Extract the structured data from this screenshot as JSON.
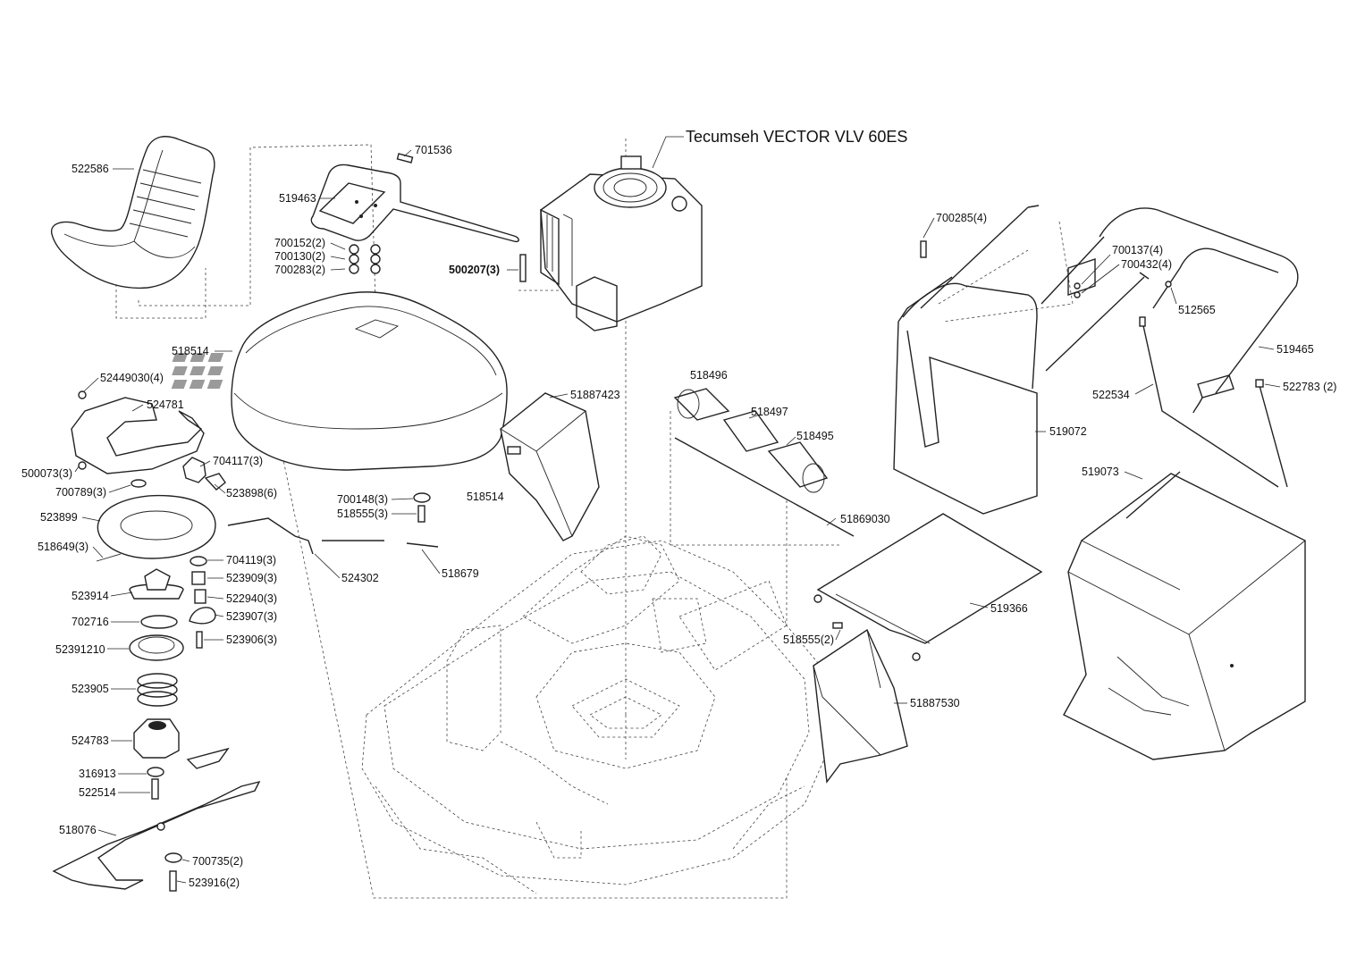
{
  "title": "Tecumseh  VECTOR  VLV 60ES",
  "labels": {
    "l522586": "522586",
    "l701536": "701536",
    "l519463": "519463",
    "l700152": "700152(2)",
    "l700130": "700130(2)",
    "l700283": "700283(2)",
    "l500207": "500207(3)",
    "l518514a": "518514",
    "l52449030": "52449030(4)",
    "l524781": "524781",
    "l500073": "500073(3)",
    "l704117": "704117(3)",
    "l700789": "700789(3)",
    "l523898": "523898(6)",
    "l523899": "523899",
    "l518649": "518649(3)",
    "l704119": "704119(3)",
    "l523909": "523909(3)",
    "l523914": "523914",
    "l522940": "522940(3)",
    "l702716": "702716",
    "l523907": "523907(3)",
    "l523906": "523906(3)",
    "l52391210": "52391210",
    "l523905": "523905",
    "l524783": "524783",
    "l316913": "316913",
    "l522514": "522514",
    "l518076": "518076",
    "l700735": "700735(2)",
    "l523916": "523916(2)",
    "l700148": "700148(3)",
    "l518555a": "518555(3)",
    "l524302": "524302",
    "l518679": "518679",
    "l51887423": "51887423",
    "l518514b": "518514",
    "l518496": "518496",
    "l518497": "518497",
    "l518495": "518495",
    "l51869030": "51869030",
    "l518555b": "518555(2)",
    "l51887530": "51887530",
    "l519366": "519366",
    "l700285": "700285(4)",
    "l700137": "700137(4)",
    "l700432": "700432(4)",
    "l512565": "512565",
    "l519465": "519465",
    "l522534": "522534",
    "l522783": "522783 (2)",
    "l519072": "519072",
    "l519073": "519073"
  }
}
